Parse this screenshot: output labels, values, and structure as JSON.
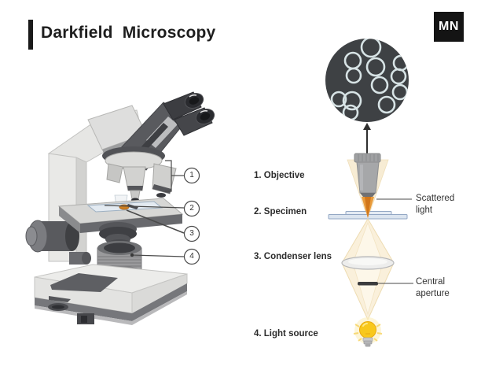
{
  "header": {
    "title": "Darkfield Microscopy",
    "logo": "MN"
  },
  "labels": {
    "objective": "1. Objective",
    "specimen": "2. Specimen",
    "condenser": "3. Condenser lens",
    "light_source": "4. Light source"
  },
  "annotations": {
    "scattered_light": "Scattered light",
    "central_aperture": "Central aperture"
  },
  "callouts": {
    "c1": "1",
    "c2": "2",
    "c3": "3",
    "c4": "4"
  },
  "diagram_parts": [
    "darkfield-view",
    "magnified-cells",
    "objective-lens",
    "specimen-slide",
    "condenser-lens",
    "central-aperture",
    "light-beam",
    "light-bulb",
    "microscope-illustration"
  ],
  "palette": {
    "accent_dark": "#1a1a1a",
    "darkfield_bg": "#3e4144",
    "cell_ring": "#d7e3e5",
    "beam_fill": "#faf0db",
    "beam_edge": "#eedcb2",
    "scattered_orange": "#e0861f",
    "bulb_yellow": "#f8c81c",
    "slide_blue": "#dbe4ef",
    "line_gray": "#4a4a4a"
  }
}
